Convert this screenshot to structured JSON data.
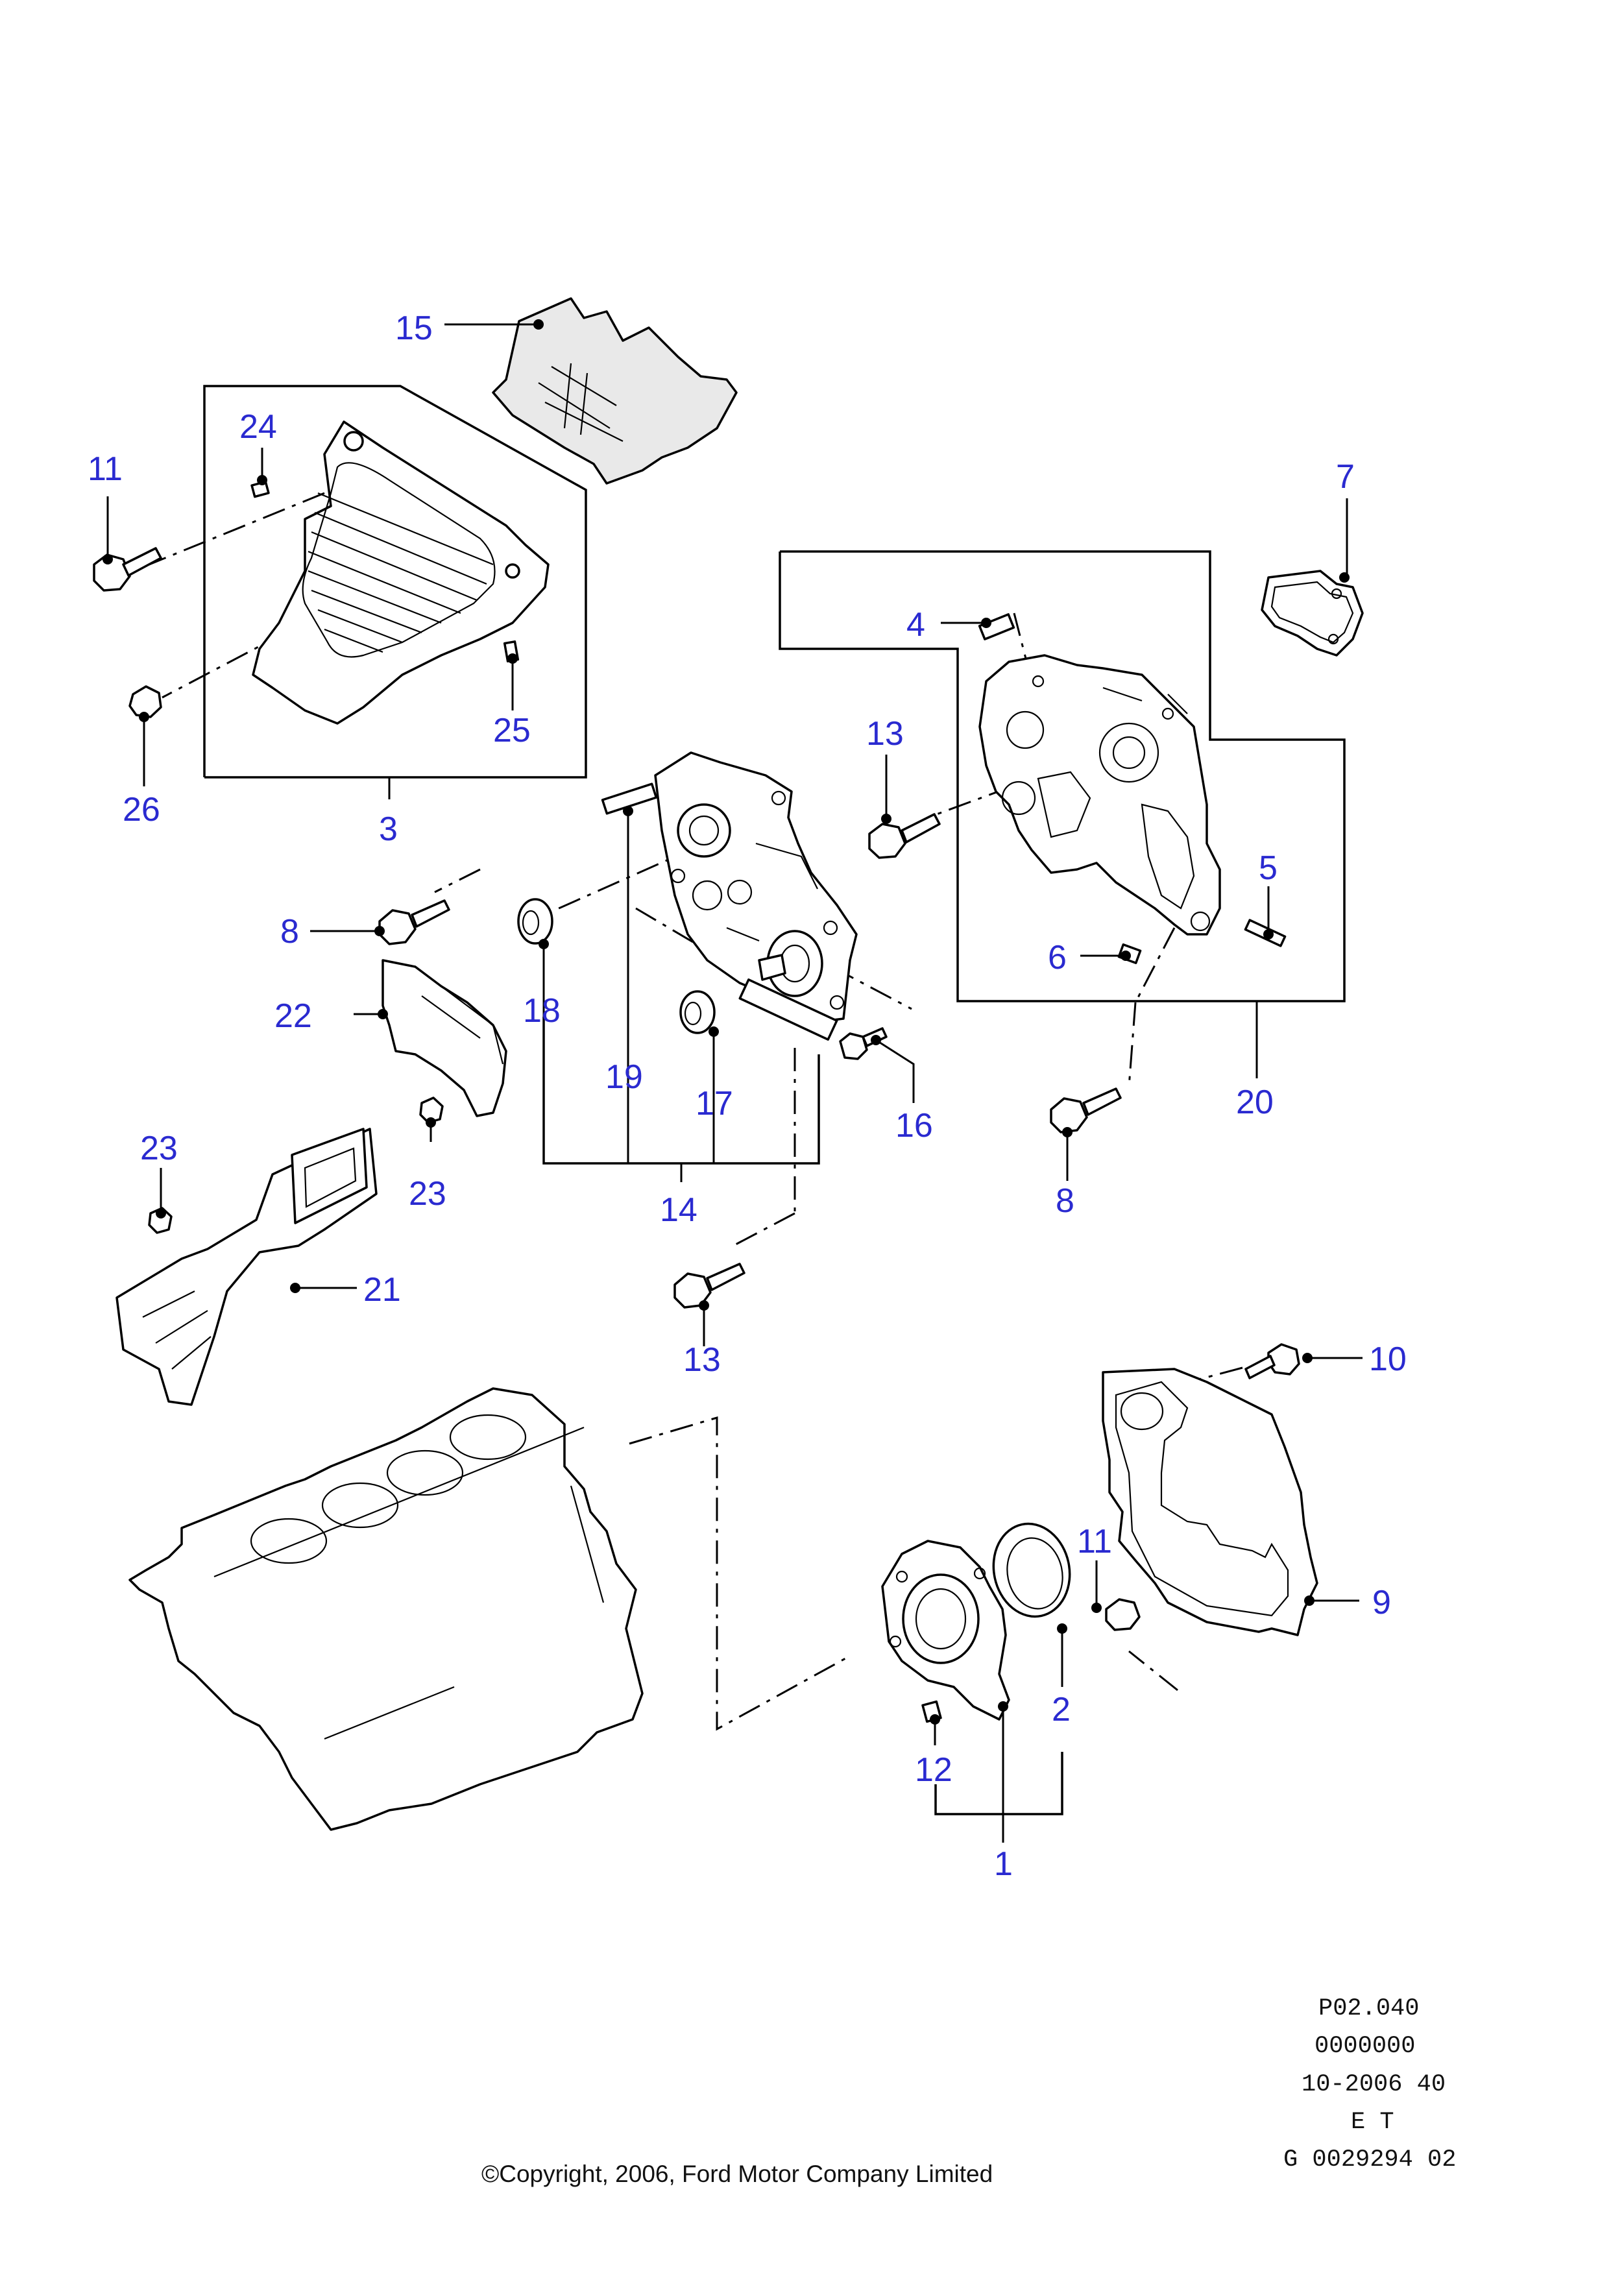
{
  "callouts": [
    {
      "id": "c15",
      "label": "15"
    },
    {
      "id": "c24",
      "label": "24"
    },
    {
      "id": "c11a",
      "label": "11"
    },
    {
      "id": "c7",
      "label": "7"
    },
    {
      "id": "c4",
      "label": "4"
    },
    {
      "id": "c13a",
      "label": "13"
    },
    {
      "id": "c25",
      "label": "25"
    },
    {
      "id": "c26",
      "label": "26"
    },
    {
      "id": "c3",
      "label": "3"
    },
    {
      "id": "c5",
      "label": "5"
    },
    {
      "id": "c8a",
      "label": "8"
    },
    {
      "id": "c6",
      "label": "6"
    },
    {
      "id": "c22",
      "label": "22"
    },
    {
      "id": "c18",
      "label": "18"
    },
    {
      "id": "c19",
      "label": "19"
    },
    {
      "id": "c17",
      "label": "17"
    },
    {
      "id": "c16",
      "label": "16"
    },
    {
      "id": "c20",
      "label": "20"
    },
    {
      "id": "c23a",
      "label": "23"
    },
    {
      "id": "c23b",
      "label": "23"
    },
    {
      "id": "c8b",
      "label": "8"
    },
    {
      "id": "c14",
      "label": "14"
    },
    {
      "id": "c21",
      "label": "21"
    },
    {
      "id": "c13b",
      "label": "13"
    },
    {
      "id": "c10",
      "label": "10"
    },
    {
      "id": "c11b",
      "label": "11"
    },
    {
      "id": "c9",
      "label": "9"
    },
    {
      "id": "c2",
      "label": "2"
    },
    {
      "id": "c12",
      "label": "12"
    },
    {
      "id": "c1",
      "label": "1"
    }
  ],
  "info_block": [
    "P02.040",
    "0000000",
    "10-2006 40",
    "E T",
    "G 0029294 02"
  ],
  "copyright": "©Copyright, 2006, Ford Motor Company Limited",
  "colors": {
    "callout": "#2a2ad0",
    "line": "#000000",
    "background": "#ffffff"
  }
}
